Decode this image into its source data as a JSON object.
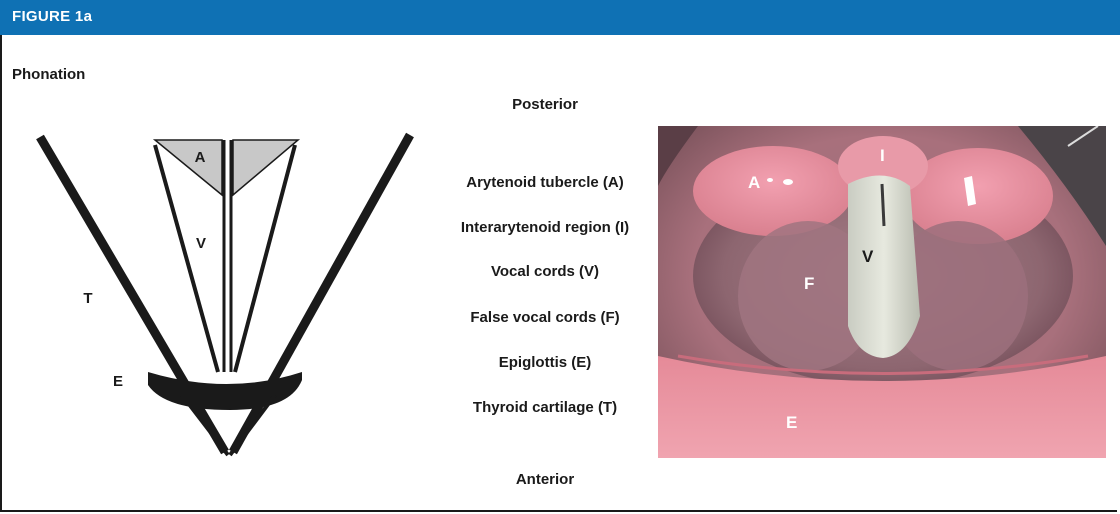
{
  "figure": {
    "header": "FIGURE 1a",
    "subtitle": "Phonation"
  },
  "orientation": {
    "top": "Posterior",
    "bottom": "Anterior"
  },
  "legend": [
    "Arytenoid tubercle (A)",
    "Interarytenoid region (I)",
    "Vocal cords (V)",
    "False vocal cords (F)",
    "Epiglottis (E)",
    "Thyroid cartilage (T)"
  ],
  "diagram_labels": {
    "arytenoid": "A",
    "vocal_cords": "V",
    "thyroid": "T",
    "epiglottis": "E"
  },
  "photo_labels": {
    "arytenoid": "A",
    "interarytenoid": "I",
    "vocal_cords": "V",
    "false_cords": "F",
    "epiglottis": "E"
  },
  "colors": {
    "header_bg": "#0f71b4",
    "header_text": "#ffffff",
    "arytenoid_fill": "#c8c8c8",
    "line": "#1a1a1a"
  }
}
